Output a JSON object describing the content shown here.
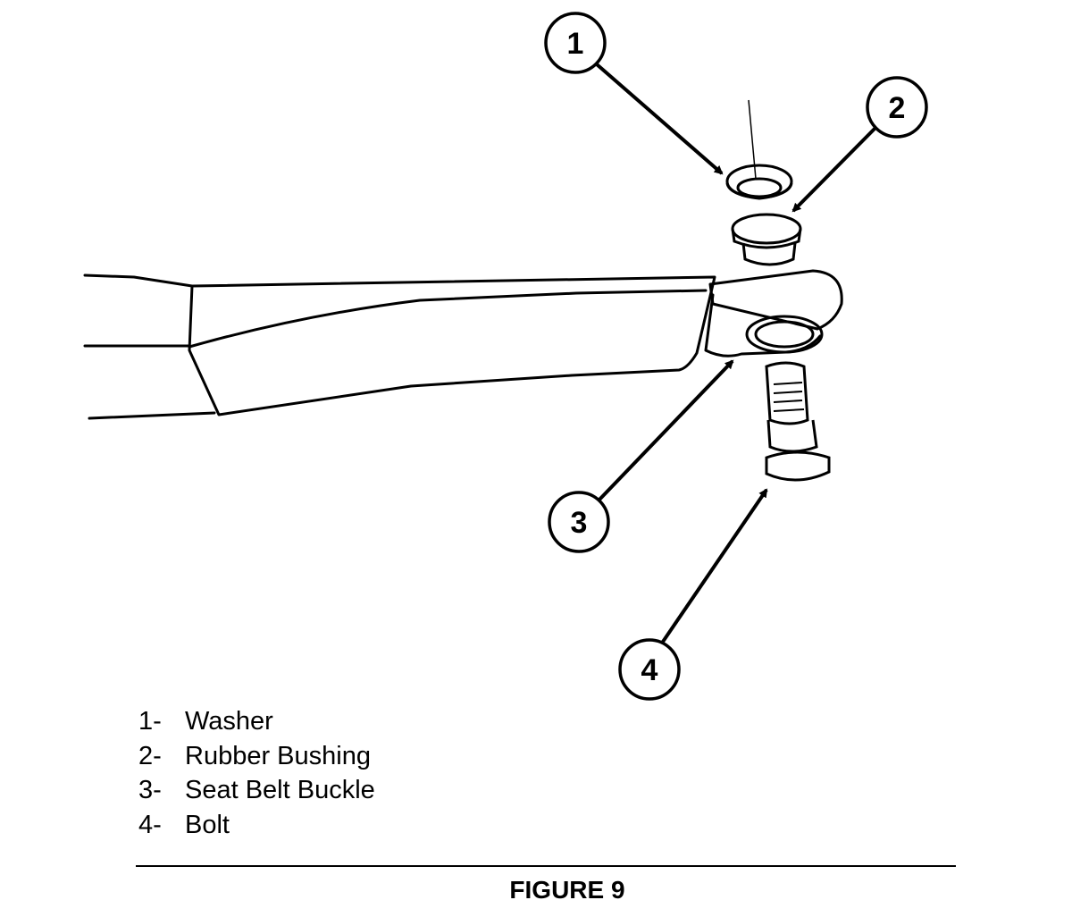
{
  "callouts": [
    {
      "number": "1",
      "part": "Washer"
    },
    {
      "number": "2",
      "part": "Rubber Bushing"
    },
    {
      "number": "3",
      "part": "Seat Belt Buckle"
    },
    {
      "number": "4",
      "part": "Bolt"
    }
  ],
  "legend": [
    {
      "num": "1-",
      "label": "Washer"
    },
    {
      "num": "2-",
      "label": "Rubber Bushing"
    },
    {
      "num": "3-",
      "label": "Seat Belt Buckle"
    },
    {
      "num": "4-",
      "label": "Bolt"
    }
  ],
  "caption": "FIGURE 9"
}
